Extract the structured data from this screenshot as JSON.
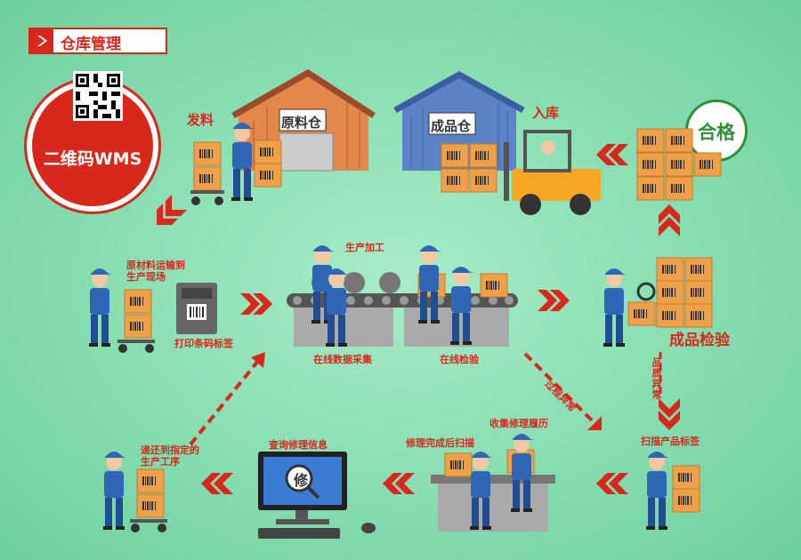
{
  "header": {
    "title": "仓库管理"
  },
  "badge": {
    "label": "二维码WMS"
  },
  "warehouses": {
    "raw": "原料仓",
    "finished": "成品仓"
  },
  "pass_label": "合格",
  "steps": {
    "issue": "发料",
    "inbound": "入库",
    "transport": "原材料运输到生产现场",
    "print_label": "打印条码标签",
    "production": "生产加工",
    "online_collect": "在线数据采集",
    "online_inspect": "在线检验",
    "final_inspect": "成品检验",
    "scan_label": "扫描产品标签",
    "quality_issue": "品质异常",
    "process_issue": "过程异常",
    "collect_repair": "收集修理履历",
    "repair_scan": "修理完成后扫描",
    "query_repair": "查询修理信息",
    "send_back": "递还到指定的生产工序"
  },
  "monitor_char": "修",
  "colors": {
    "accent": "#d8281c",
    "box": "#f0a049",
    "shirt": "#2f66b5",
    "pass": "#2f8f36"
  }
}
